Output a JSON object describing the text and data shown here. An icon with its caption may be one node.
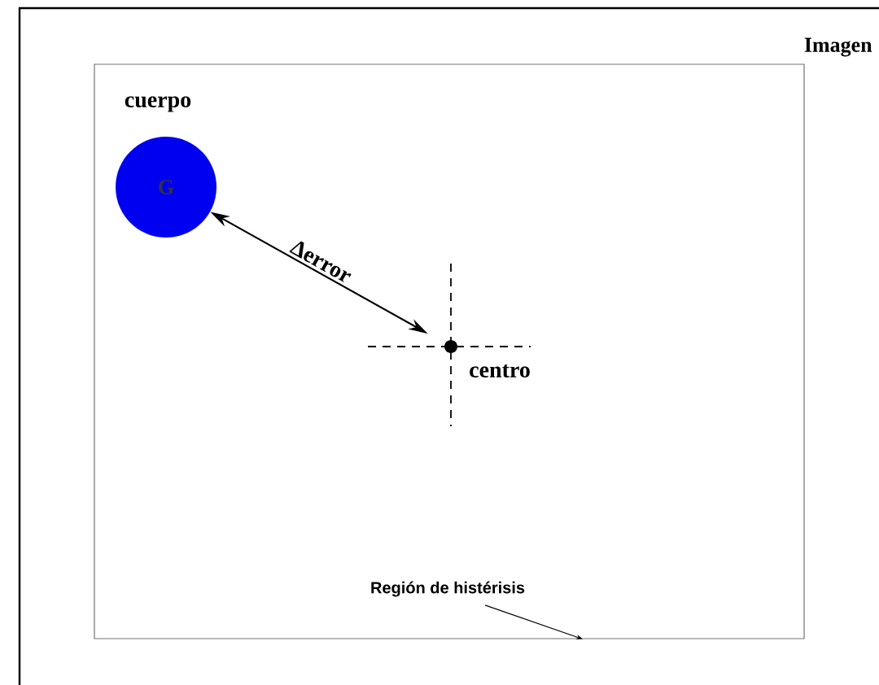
{
  "diagram": {
    "nodes": [
      {
        "text": [
          "Imagen"
        ]
      },
      {
        "text": [],
        "shape": "box",
        "in": 0
      },
      {
        "text": [
          "Región de histérisis"
        ],
        "in": 1
      },
      {
        "text": [
          "G"
        ],
        "beside": [
          "cuerpo"
        ],
        "in": 1
      },
      {
        "text": [],
        "shape": "circle",
        "beside": [
          "centro"
        ],
        "in": 1
      }
    ],
    "edges": [
      {
        "from": 3,
        "to": 4,
        "arrow": "both",
        "label": "Δerror"
      },
      {
        "from": 2,
        "to": 1,
        "arrow": "to"
      }
    ]
  }
}
